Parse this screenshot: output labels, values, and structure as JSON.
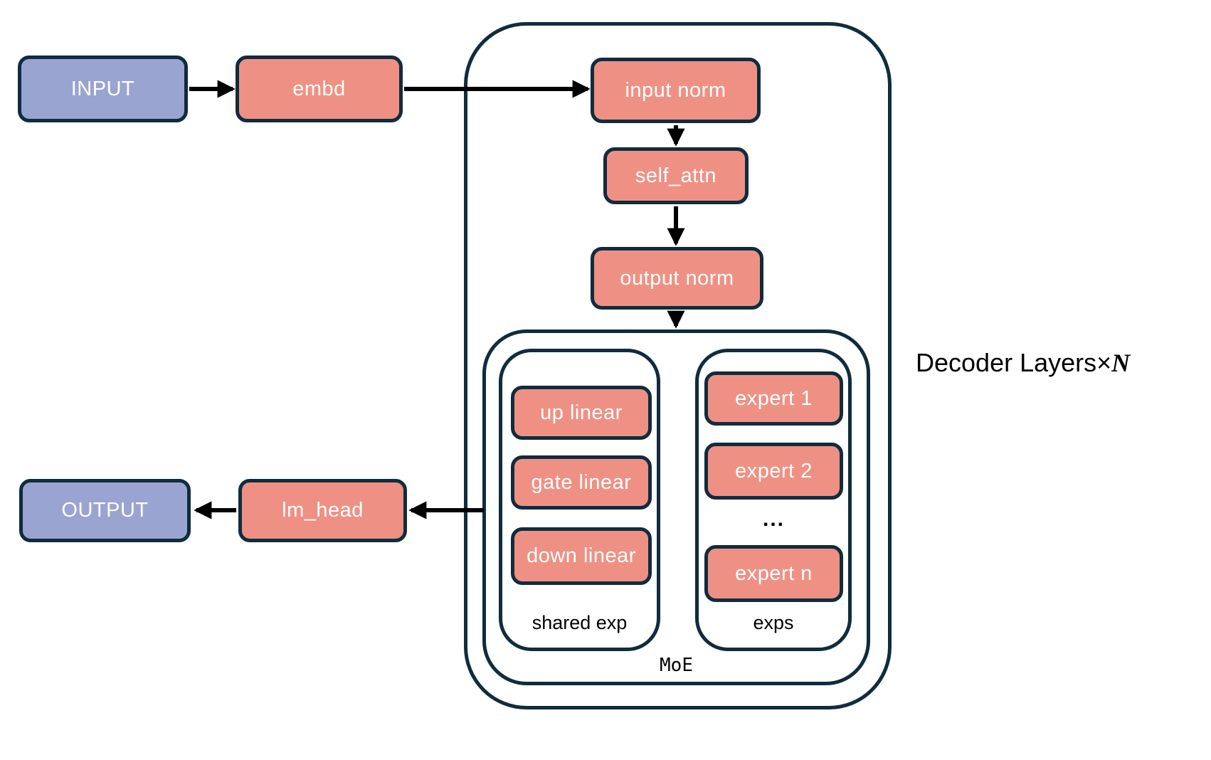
{
  "colors": {
    "navy": "#102c3d",
    "salmon": "#ee9184",
    "lavender": "#9aa4d0",
    "arrow": "#000000"
  },
  "nodes": {
    "input": "INPUT",
    "embd": "embd",
    "input_norm": "input norm",
    "self_attn": "self_attn",
    "output_norm": "output norm",
    "lm_head": "lm_head",
    "output": "OUTPUT"
  },
  "decoder": {
    "label": "Decoder Layers",
    "times": "×",
    "n": "N"
  },
  "moe": {
    "label": "MoE",
    "shared": {
      "label": "shared exp",
      "blocks": [
        "up linear",
        "gate linear",
        "down linear"
      ]
    },
    "experts": {
      "label": "exps",
      "ellipsis": "...",
      "blocks": [
        "expert 1",
        "expert 2",
        "expert n"
      ]
    }
  }
}
